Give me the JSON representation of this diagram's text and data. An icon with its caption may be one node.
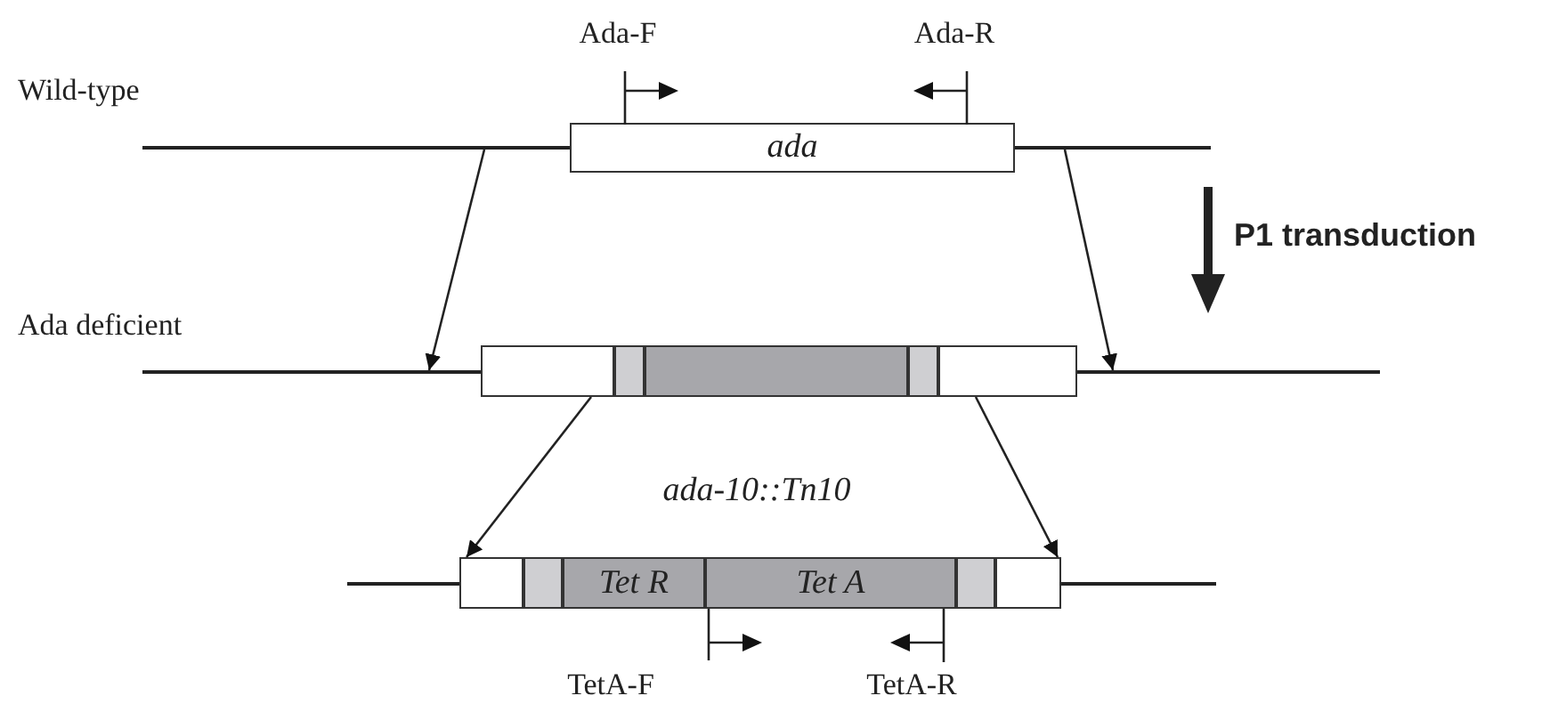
{
  "diagram": {
    "nodes": [
      {
        "text": [],
        "shape": "bar"
      },
      {
        "text": [
          "ada"
        ]
      },
      {
        "text": [],
        "shape": "bar"
      },
      {
        "text": [],
        "shape": "box"
      },
      {
        "text": [],
        "shape": "box"
      },
      {
        "text": [],
        "shape": "box"
      },
      {
        "text": [],
        "shape": "box"
      },
      {
        "text": [],
        "shape": "box"
      },
      {
        "text": [],
        "shape": "bar"
      },
      {
        "text": [],
        "shape": "box"
      },
      {
        "text": [],
        "shape": "box"
      },
      {
        "text": [
          "Tet R"
        ]
      },
      {
        "text": [
          "Tet A"
        ]
      },
      {
        "text": [],
        "shape": "box"
      },
      {
        "text": [],
        "shape": "box"
      }
    ],
    "edges": [
      {
        "from": 0,
        "to": 2,
        "arrow": "to"
      },
      {
        "from": 0,
        "to": 2,
        "arrow": "to"
      },
      {
        "from": 3,
        "to": 9,
        "arrow": "to"
      },
      {
        "from": 7,
        "to": 14,
        "arrow": "to"
      }
    ],
    "labels": [
      "Ada-F",
      "Ada-R",
      "Wild-type",
      "P1 transduction",
      "Ada deficient",
      "ada-10::Tn10",
      "TetA-F",
      "TetA-R"
    ]
  }
}
